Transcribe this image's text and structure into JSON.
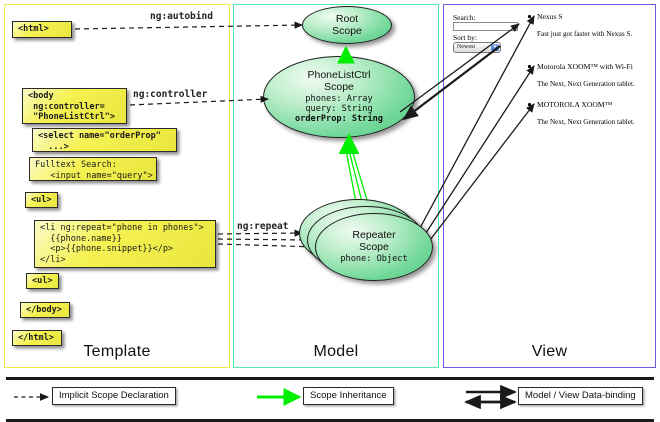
{
  "columns": [
    {
      "id": "template",
      "label": "Template",
      "border_color": "#f2e84a"
    },
    {
      "id": "model",
      "label": "Model",
      "border_color": "#4fe9a8"
    },
    {
      "id": "view",
      "label": "View",
      "border_color": "#6a5ae0"
    }
  ],
  "template": {
    "boxes": [
      {
        "name": "html-open-tag",
        "text": "<html>"
      },
      {
        "name": "body-tag",
        "text": "<body\n ng:controller=\n \"PhoneListCtrl\">"
      },
      {
        "name": "select-tag",
        "text": "<select name=\"orderProp\"\n  ...>"
      },
      {
        "name": "fulltext-search",
        "text": "Fulltext Search:\n   <input name=\"query\">"
      },
      {
        "name": "ul-open-tag",
        "text": "<ul>"
      },
      {
        "name": "li-repeat-tag",
        "text": "<li ng:repeat=\"phone in phones\">\n  {{phone.name}}\n  <p>{{phone.snippet}}</p>\n</li>"
      },
      {
        "name": "ul-close-tag",
        "text": "<ul>"
      },
      {
        "name": "body-close-tag",
        "text": "</body>"
      },
      {
        "name": "html-close-tag",
        "text": "</html>"
      }
    ]
  },
  "model": {
    "scopes": [
      {
        "name": "root-scope",
        "title": "Root\nScope",
        "props": ""
      },
      {
        "name": "phonelistctrl-scope",
        "title": "PhoneListCtrl\nScope",
        "props_plain": "phones: Array\nquery: String",
        "props_bold": "orderProp: String"
      },
      {
        "name": "repeater-scope",
        "title": "Repeater\nScope",
        "props": "phone: Object"
      }
    ]
  },
  "edges": {
    "autobind": "ng:autobind",
    "controller": "ng:controller",
    "repeat": "ng:repeat"
  },
  "view": {
    "search_label": "Search:",
    "search_value": "",
    "sort_label": "Sort by:",
    "sort_selected": "Newest",
    "sort_options": [
      "Newest"
    ],
    "phones": [
      {
        "name": "Nexus S",
        "snippet": "Fast just got faster with Nexus S."
      },
      {
        "name": "Motorola XOOM™ with Wi-Fi",
        "snippet": "The Next, Next Generation tablet."
      },
      {
        "name": "MOTOROLA XOOM™",
        "snippet": "The Next, Next Generation tablet."
      }
    ]
  },
  "legend": {
    "items": [
      {
        "name": "implicit-scope-declaration",
        "label": "Implicit Scope Declaration",
        "style": "dashed-black"
      },
      {
        "name": "scope-inheritance",
        "label": "Scope Inheritance",
        "style": "solid-green"
      },
      {
        "name": "model-view-data-binding",
        "label": "Model / View Data-binding",
        "style": "double-black"
      }
    ]
  },
  "colors": {
    "green_arrow": "#00ee00",
    "yellow_box": "#f0ed49",
    "scope_green": "#72d89a",
    "line_black": "#1a1a1a"
  }
}
